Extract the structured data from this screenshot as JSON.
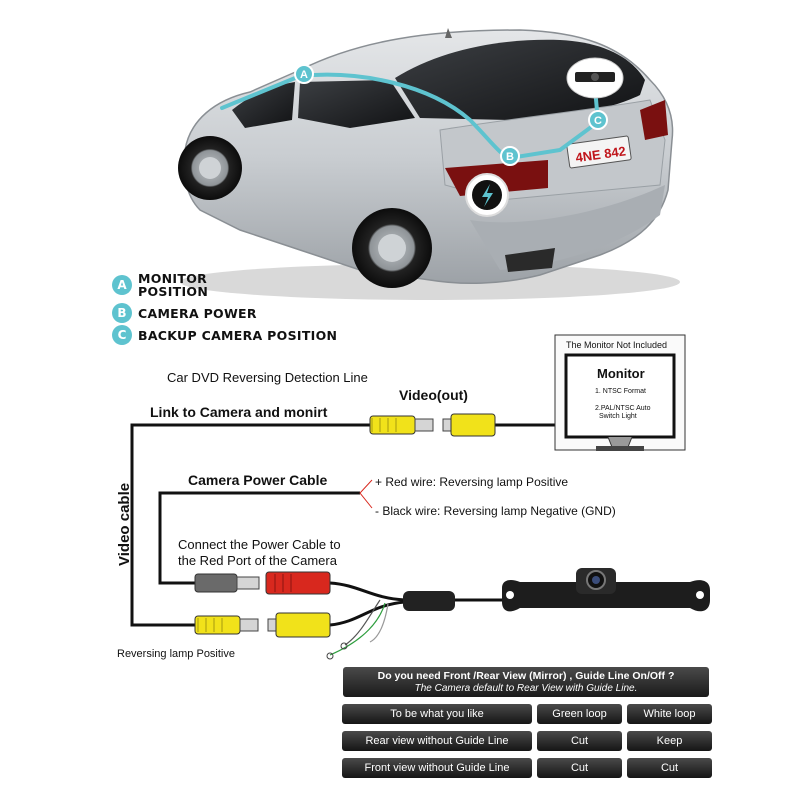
{
  "car": {
    "plate": "4NE 842",
    "markers": [
      "A",
      "B",
      "C"
    ]
  },
  "legend": [
    {
      "badge": "A",
      "line1": "MONITOR",
      "line2": "POSITION"
    },
    {
      "badge": "B",
      "line1": "CAMERA POWER",
      "line2": ""
    },
    {
      "badge": "C",
      "line1": "BACKUP CAMERA POSITION",
      "line2": ""
    }
  ],
  "monitor": {
    "header": "The Monitor Not Included",
    "title": "Monitor",
    "note1": "1. NTSC Format",
    "note2": "2.PAL/NTSC Auto",
    "note3": "Switch Light"
  },
  "wiring": {
    "detection_line": "Car DVD Reversing Detection Line",
    "video_out": "Video(out)",
    "link_camera": "Link to Camera and monirt",
    "video_cable": "Video cable",
    "power_cable": "Camera Power Cable",
    "red_wire": "+ Red wire: Reversing lamp Positive",
    "black_wire": "- Black wire: Reversing lamp Negative (GND)",
    "connect_power_1": "Connect the Power Cable to",
    "connect_power_2": "the Red Port of the Camera",
    "reversing_positive": "Reversing lamp Positive"
  },
  "options": {
    "question": "Do you need Front /Rear View (Mirror) , Guide Line On/Off ?",
    "default_note": "The Camera default to Rear View with Guide Line.",
    "header_row": {
      "what": "To be what you like",
      "green": "Green loop",
      "white": "White loop"
    },
    "rows": [
      {
        "what": "Rear view without Guide Line",
        "green": "Cut",
        "white": "Keep"
      },
      {
        "what": "Front view without Guide Line",
        "green": "Cut",
        "white": "Cut"
      }
    ]
  },
  "colors": {
    "accent_teal": "#5ec3cf",
    "rca_yellow": "#f1e21a",
    "rca_red": "#d8281e",
    "button_dark": "#1e1e1e"
  }
}
